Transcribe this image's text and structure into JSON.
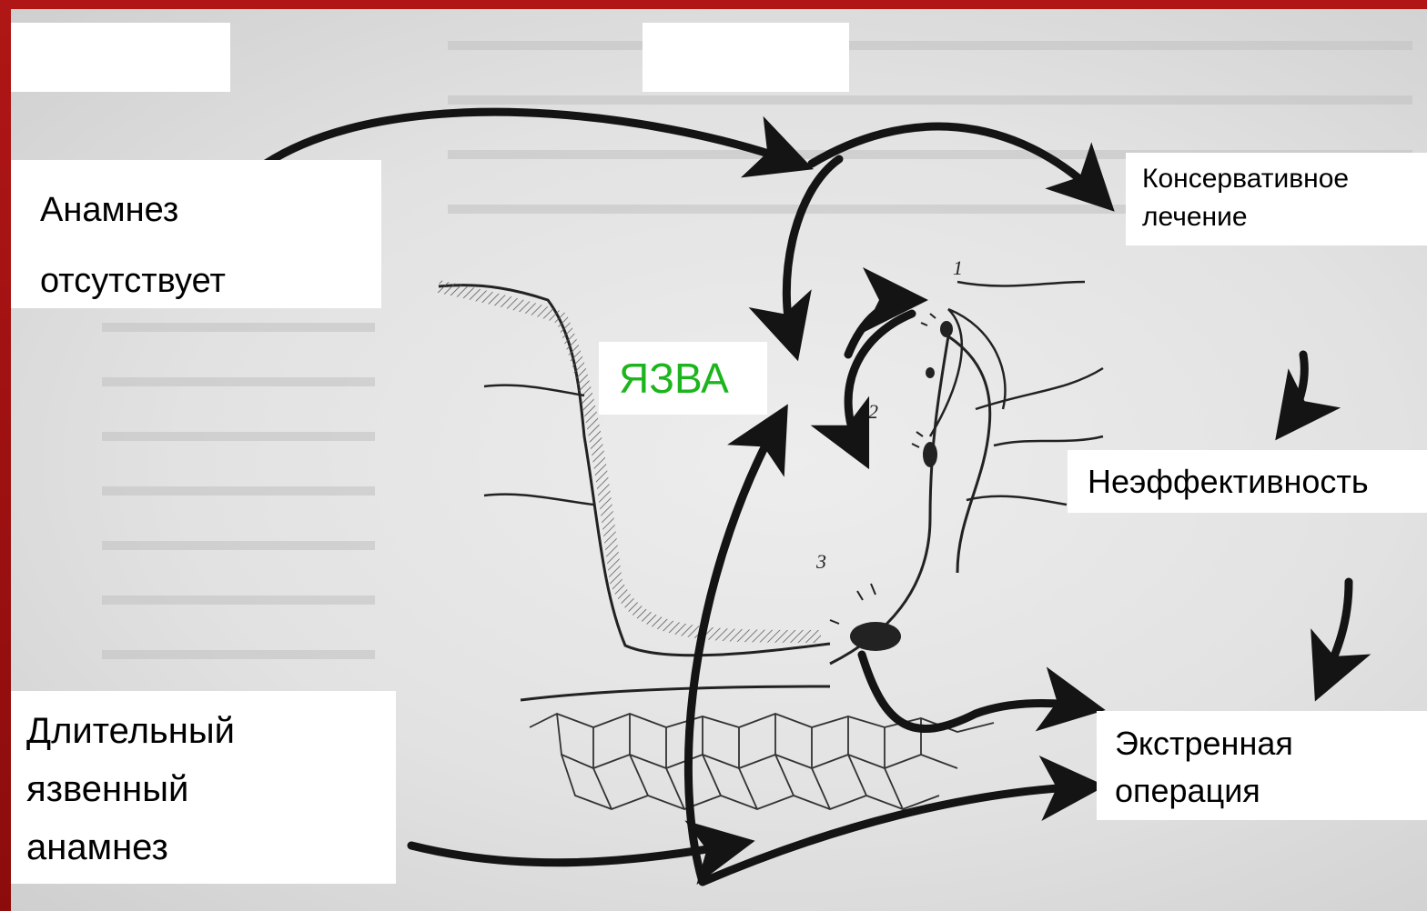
{
  "diagram": {
    "center": "ЯЗВА",
    "anamnesis_absent": [
      "Анамнез",
      "отсутствует"
    ],
    "anamnesis_long": [
      "Длительный",
      "язвенный",
      "анамнез"
    ],
    "conservative": [
      "Консервативное",
      "лечение"
    ],
    "ineffective": "Неэффективность",
    "emergency": [
      "Экстренная",
      "операция"
    ],
    "site_numbers": [
      "1",
      "2",
      "3"
    ]
  },
  "colors": {
    "background": "#a30f0f",
    "center_text": "#1db51d",
    "arrows": "#141414"
  }
}
